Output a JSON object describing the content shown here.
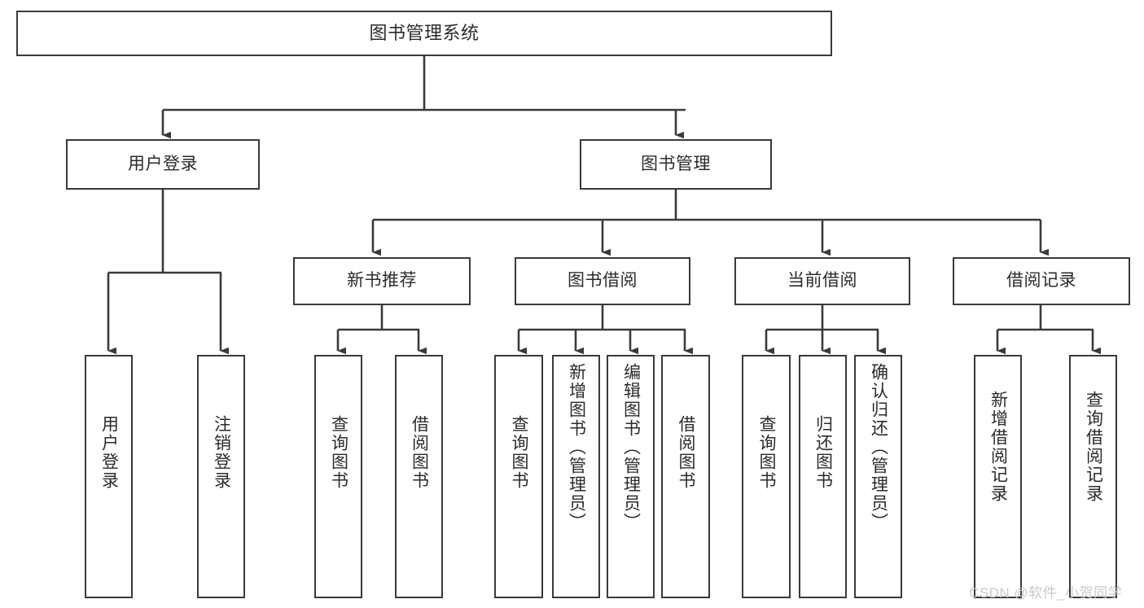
{
  "diagram": {
    "title": "图书管理系统",
    "type": "tree-hierarchy-chart",
    "line_color": "#3a3a3a",
    "box_fill": "#ffffff",
    "text_color": "#2b2b2b",
    "watermark": "CSDN @软件_小贺同学",
    "watermark_color": "#c9c9c9"
  },
  "nodes": {
    "root": {
      "label": "图书管理系统"
    },
    "level2": [
      {
        "label": "用户登录"
      },
      {
        "label": "图书管理"
      }
    ],
    "level3": [
      {
        "label": "新书推荐"
      },
      {
        "label": "图书借阅"
      },
      {
        "label": "当前借阅"
      },
      {
        "label": "借阅记录"
      }
    ],
    "leaves": {
      "user_login": [
        {
          "label": "用户登录"
        },
        {
          "label": "注销登录"
        }
      ],
      "new_book": [
        {
          "label": "查询图书"
        },
        {
          "label": "借阅图书"
        }
      ],
      "book_borrow": [
        {
          "label": "查询图书"
        },
        {
          "label": "新增图书（管理员）"
        },
        {
          "label": "编辑图书（管理员）"
        },
        {
          "label": "借阅图书"
        }
      ],
      "current_borrow": [
        {
          "label": "查询图书"
        },
        {
          "label": "归还图书"
        },
        {
          "label": "确认归还（管理员）"
        }
      ],
      "borrow_record": [
        {
          "label": "新增借阅记录"
        },
        {
          "label": "查询借阅记录"
        }
      ]
    }
  }
}
